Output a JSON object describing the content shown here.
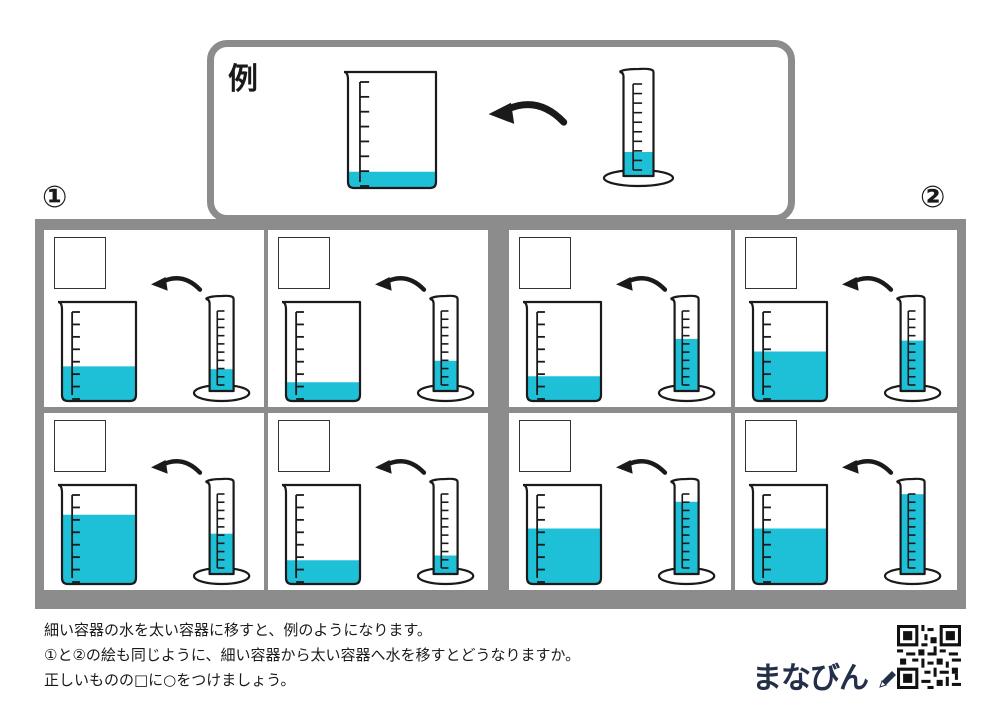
{
  "example": {
    "label": "例",
    "beaker_fill": 0.14,
    "cylinder_fill": 0.25
  },
  "groups": [
    {
      "label": "①",
      "cells": [
        {
          "beaker_fill": 0.35,
          "cylinder_fill": 0.26
        },
        {
          "beaker_fill": 0.19,
          "cylinder_fill": 0.36
        },
        {
          "beaker_fill": 0.7,
          "cylinder_fill": 0.48
        },
        {
          "beaker_fill": 0.24,
          "cylinder_fill": 0.22
        }
      ]
    },
    {
      "label": "②",
      "cells": [
        {
          "beaker_fill": 0.25,
          "cylinder_fill": 0.62
        },
        {
          "beaker_fill": 0.5,
          "cylinder_fill": 0.6
        },
        {
          "beaker_fill": 0.56,
          "cylinder_fill": 0.86
        },
        {
          "beaker_fill": 0.56,
          "cylinder_fill": 0.95
        }
      ]
    }
  ],
  "instructions": [
    "細い容器の水を太い容器に移すと、例のようになります。",
    "①と②の絵も同じように、細い容器から太い容器へ水を移すとどうなりますか。",
    "正しいものの□に○をつけましょう。"
  ],
  "logo": "まなびん",
  "colors": {
    "water": "#1ec0d8",
    "frame": "#8c8c8c",
    "outline": "#1a1a1a",
    "logo": "#24304a"
  }
}
